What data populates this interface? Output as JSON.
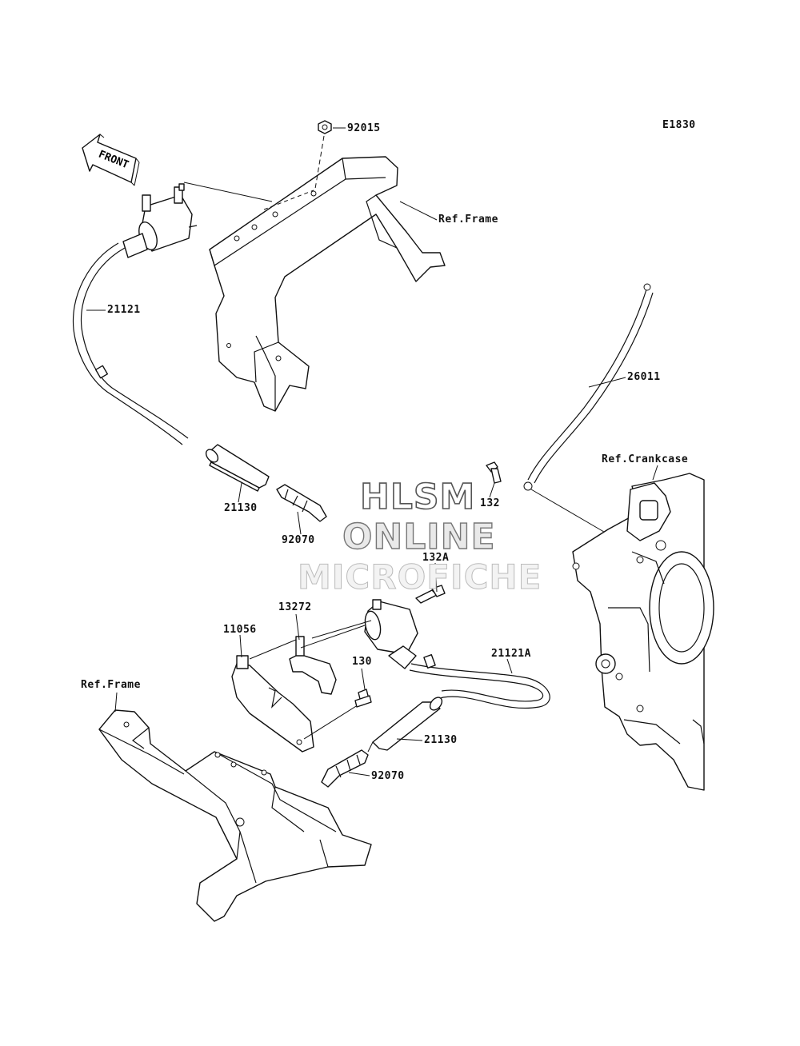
{
  "diagram": {
    "code": "E1830",
    "direction_label": "FRONT",
    "watermark": [
      "HLSM",
      "ONLINE",
      "MICROFICHE"
    ],
    "callouts": [
      {
        "id": "92015",
        "label": "92015"
      },
      {
        "id": "ref-frame-top",
        "label": "Ref.Frame"
      },
      {
        "id": "21121",
        "label": "21121"
      },
      {
        "id": "26011",
        "label": "26011"
      },
      {
        "id": "ref-crankcase",
        "label": "Ref.Crankcase"
      },
      {
        "id": "132",
        "label": "132"
      },
      {
        "id": "21130-top",
        "label": "21130"
      },
      {
        "id": "92070-top",
        "label": "92070"
      },
      {
        "id": "132A",
        "label": "132A"
      },
      {
        "id": "13272",
        "label": "13272"
      },
      {
        "id": "11056",
        "label": "11056"
      },
      {
        "id": "130",
        "label": "130"
      },
      {
        "id": "21121A",
        "label": "21121A"
      },
      {
        "id": "ref-frame-bottom",
        "label": "Ref.Frame"
      },
      {
        "id": "21130-bottom",
        "label": "21130"
      },
      {
        "id": "92070-bottom",
        "label": "92070"
      }
    ]
  }
}
